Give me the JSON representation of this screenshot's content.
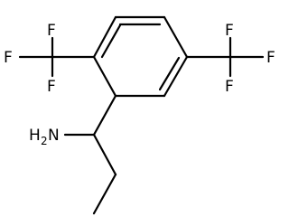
{
  "molecule": {
    "atom_labels": {
      "f1": "F",
      "f2": "F",
      "f3": "F",
      "f4": "F",
      "f5": "F",
      "f6": "F",
      "amine_h": "H",
      "amine_sub": "2",
      "amine_n": "N"
    },
    "colors": {
      "bond": "#000000",
      "text": "#000000",
      "background": "#ffffff"
    }
  }
}
